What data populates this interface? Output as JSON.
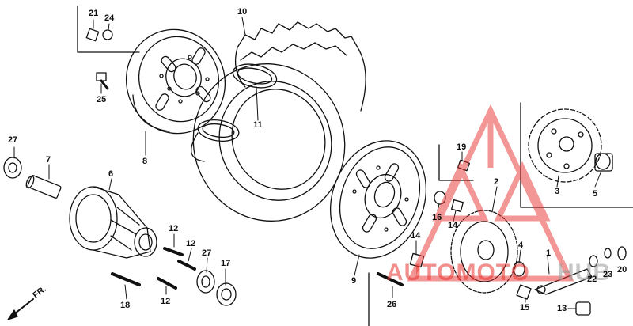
{
  "callouts": {
    "p1": "1",
    "p2": "2",
    "p3": "3",
    "p4": "4",
    "p5": "5",
    "p6": "6",
    "p7": "7",
    "p8": "8",
    "p9": "9",
    "p10": "10",
    "p11": "11",
    "p12a": "12",
    "p12b": "12",
    "p12c": "12",
    "p13": "13",
    "p14a": "14",
    "p14b": "14",
    "p15": "15",
    "p16": "16",
    "p17": "17",
    "p18": "18",
    "p19": "19",
    "p20": "20",
    "p21": "21",
    "p22": "22",
    "p23": "23",
    "p24": "24",
    "p25": "25",
    "p26": "26",
    "p27a": "27",
    "p27b": "27"
  },
  "front_arrow": "FR.",
  "watermark": {
    "brand_part1": "AUTOMOTO",
    "brand_part2": "HUB",
    "color_primary": "#e8322f",
    "color_secondary": "#9a9a9a"
  },
  "line_color": "#111111"
}
